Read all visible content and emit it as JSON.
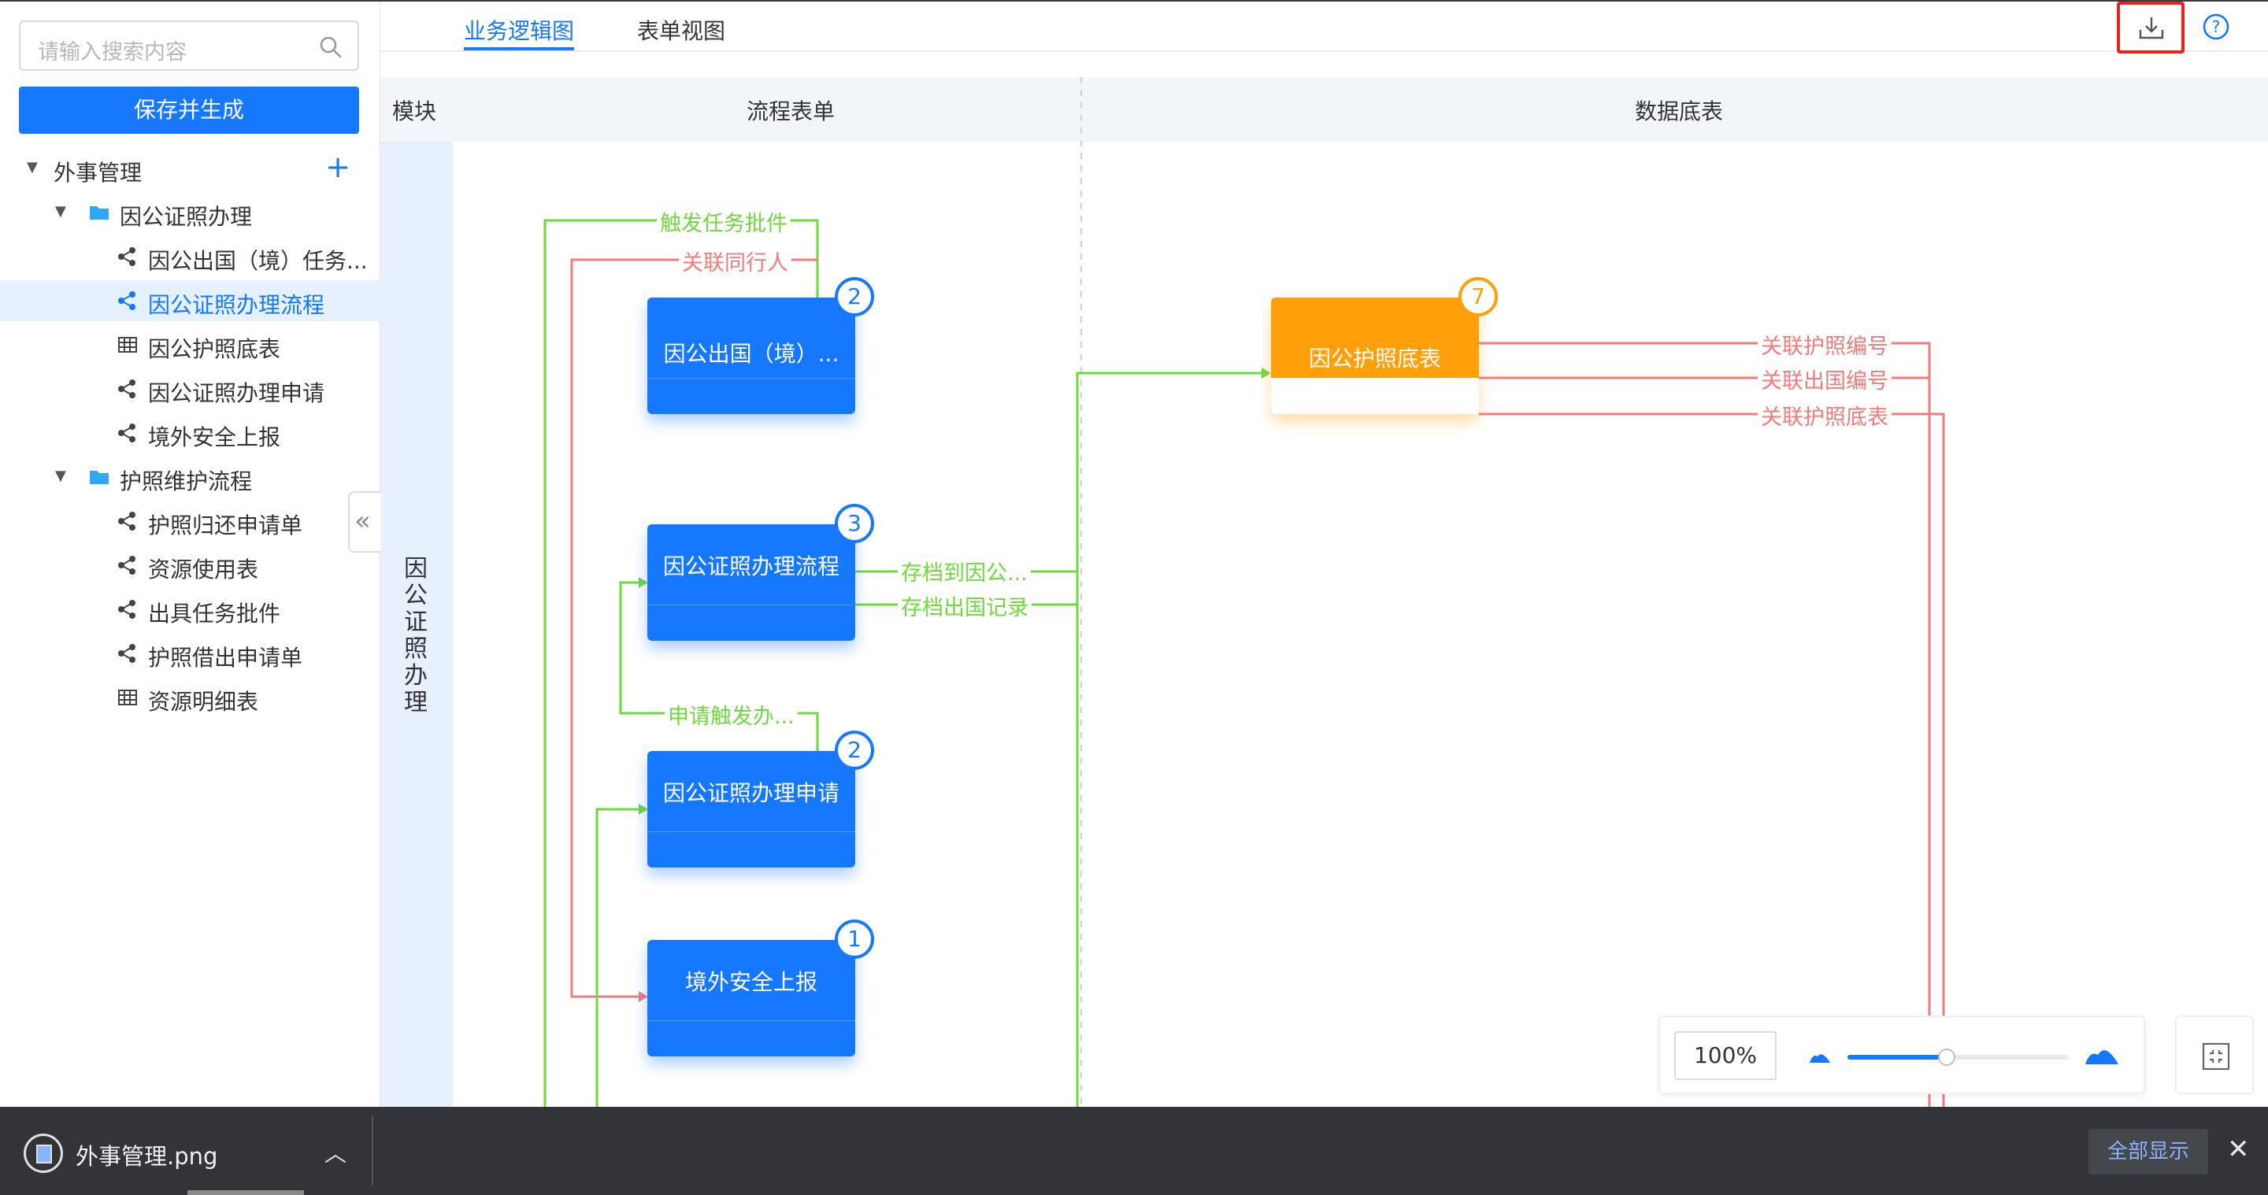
{
  "sidebar": {
    "search_placeholder": "请输入搜索内容",
    "save_button": "保存并生成",
    "tree": [
      {
        "label": "外事管理",
        "level": 0,
        "type": "root",
        "expanded": true
      },
      {
        "label": "因公证照办理",
        "level": 1,
        "type": "folder",
        "expanded": true
      },
      {
        "label": "因公出国（境）任务...",
        "level": 2,
        "type": "flow"
      },
      {
        "label": "因公证照办理流程",
        "level": 2,
        "type": "flow",
        "selected": true
      },
      {
        "label": "因公护照底表",
        "level": 2,
        "type": "table"
      },
      {
        "label": "因公证照办理申请",
        "level": 2,
        "type": "flow"
      },
      {
        "label": "境外安全上报",
        "level": 2,
        "type": "flow"
      },
      {
        "label": "护照维护流程",
        "level": 1,
        "type": "folder",
        "expanded": true
      },
      {
        "label": "护照归还申请单",
        "level": 2,
        "type": "flow"
      },
      {
        "label": "资源使用表",
        "level": 2,
        "type": "flow"
      },
      {
        "label": "出具任务批件",
        "level": 2,
        "type": "flow"
      },
      {
        "label": "护照借出申请单",
        "level": 2,
        "type": "flow"
      },
      {
        "label": "资源明细表",
        "level": 2,
        "type": "table"
      }
    ]
  },
  "tabs": [
    {
      "label": "业务逻辑图",
      "active": true
    },
    {
      "label": "表单视图",
      "active": false
    }
  ],
  "columns": {
    "module": "模块",
    "flow_forms": "流程表单",
    "data_tables": "数据底表"
  },
  "module_name": "因公证照办理",
  "nodes": [
    {
      "id": "n1",
      "title": "因公出国（境）...",
      "badge": "2",
      "color": "blue"
    },
    {
      "id": "n2",
      "title": "因公证照办理流程",
      "badge": "3",
      "color": "blue"
    },
    {
      "id": "n3",
      "title": "因公证照办理申请",
      "badge": "2",
      "color": "blue"
    },
    {
      "id": "n4",
      "title": "境外安全上报",
      "badge": "1",
      "color": "blue"
    },
    {
      "id": "n5",
      "title": "因公护照底表",
      "badge": "7",
      "color": "orange"
    }
  ],
  "edge_labels": {
    "trigger_task": "触发任务批件",
    "link_companion": "关联同行人",
    "archive_to": "存档到因公...",
    "archive_record": "存档出国记录",
    "apply_trigger": "申请触发办...",
    "link_passport_no": "关联护照编号",
    "link_exit_no": "关联出国编号",
    "link_passport_table": "关联护照底表"
  },
  "zoom": {
    "label": "100%",
    "level": 0.45
  },
  "download_bar": {
    "file_name": "外事管理.png",
    "show_all": "全部显示"
  },
  "colors": {
    "accent": "#1677ff",
    "orange": "#ff9f0a",
    "green_edge": "#6fd93c",
    "red_edge": "#f47b7b",
    "highlight": "#e8231b"
  },
  "icons": {
    "search": "search-icon",
    "download": "download-icon",
    "help": "help-circle-icon",
    "collapse": "double-chevron-left-icon",
    "fit": "fit-screen-icon",
    "close": "close-icon"
  }
}
